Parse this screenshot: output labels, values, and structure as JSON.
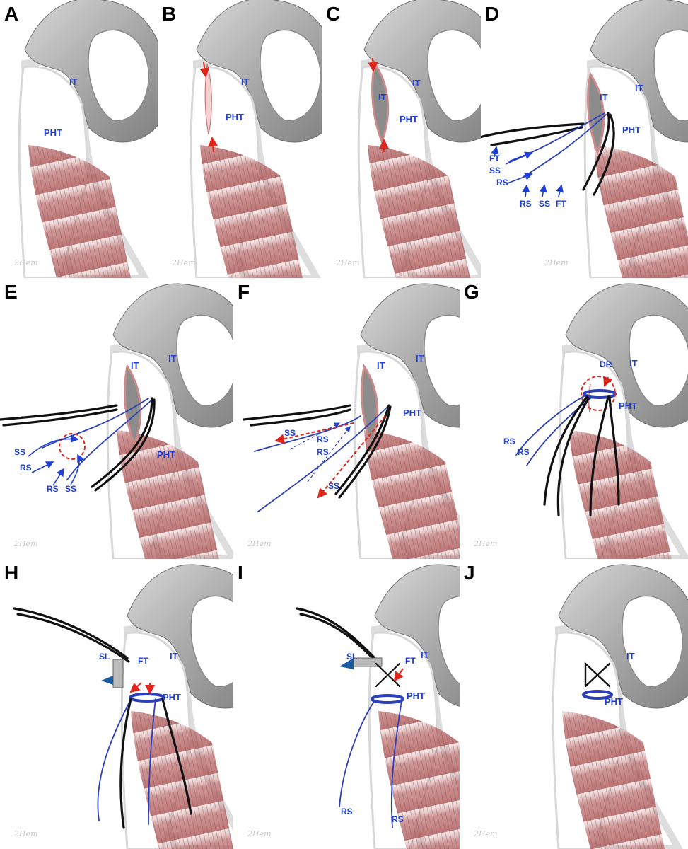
{
  "panels": [
    {
      "letter": "A",
      "labels": {
        "it": "IT",
        "pht": "PHT"
      }
    },
    {
      "letter": "B",
      "labels": {
        "it": "IT",
        "pht": "PHT"
      }
    },
    {
      "letter": "C",
      "labels": {
        "it1": "IT",
        "it2": "IT",
        "pht": "PHT"
      }
    },
    {
      "letter": "D",
      "labels": {
        "it1": "IT",
        "it2": "IT",
        "pht": "PHT",
        "ft1": "FT",
        "ss1": "SS",
        "rs1": "RS",
        "rs2": "RS",
        "ss2": "SS",
        "ft2": "FT"
      }
    },
    {
      "letter": "E",
      "labels": {
        "it1": "IT",
        "it2": "IT",
        "pht": "PHT",
        "ss1": "SS",
        "rs1": "RS",
        "rs2": "RS",
        "ss2": "SS"
      }
    },
    {
      "letter": "F",
      "labels": {
        "it1": "IT",
        "it2": "IT",
        "pht": "PHT",
        "ss1": "SS",
        "rs1": "RS",
        "rs2": "RS",
        "ss2": "SS"
      }
    },
    {
      "letter": "G",
      "labels": {
        "dr": "DR",
        "it": "IT",
        "pht": "PHT",
        "rs1": "RS",
        "rs2": "RS"
      }
    },
    {
      "letter": "H",
      "labels": {
        "sl": "SL",
        "ft": "FT",
        "it": "IT",
        "pht": "PHT"
      }
    },
    {
      "letter": "I",
      "labels": {
        "sl": "SL",
        "ft": "FT",
        "it": "IT",
        "pht": "PHT",
        "rs1": "RS",
        "rs2": "RS"
      }
    },
    {
      "letter": "J",
      "labels": {
        "it": "IT",
        "pht": "PHT"
      }
    }
  ],
  "signature": "2Hem",
  "colors": {
    "label_blue": "#1f3fd6",
    "suture_black": "#111111",
    "suture_blue": "#2a3fb8",
    "arrow_red": "#e0261b",
    "bone_grey": "#9a9a9a",
    "muscle_red": "#b86a6a"
  }
}
